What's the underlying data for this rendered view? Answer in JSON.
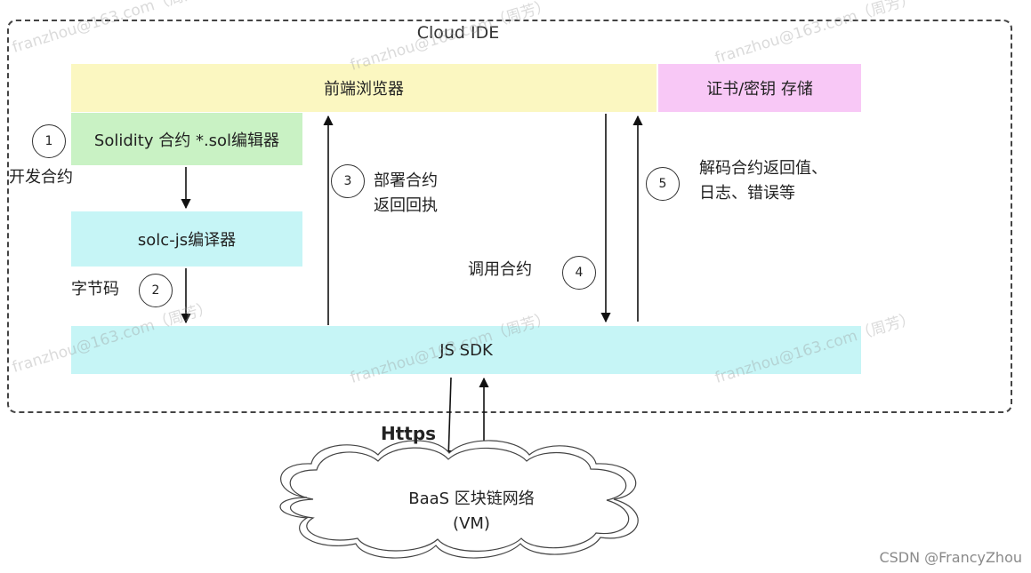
{
  "diagram": {
    "title": "Cloud IDE",
    "boxes": {
      "browser": "前端浏览器",
      "cert_storage": "证书/密钥 存储",
      "editor": "Solidity 合约 *.sol编辑器",
      "compiler": "solc-js编译器",
      "sdk": "JS SDK"
    },
    "steps": [
      {
        "num": "1",
        "label": "开发合约"
      },
      {
        "num": "2",
        "label": "字节码"
      },
      {
        "num": "3",
        "label_line1": "部署合约",
        "label_line2": "返回回执"
      },
      {
        "num": "4",
        "label": "调用合约"
      },
      {
        "num": "5",
        "label_line1": "解码合约返回值、",
        "label_line2": "日志、错误等"
      }
    ],
    "protocol": "Https",
    "network_line1": "BaaS 区块链网络",
    "network_line2": "(VM)"
  },
  "watermark": "franzhou@163.com（周芳）",
  "footer": "CSDN @FrancyZhou"
}
